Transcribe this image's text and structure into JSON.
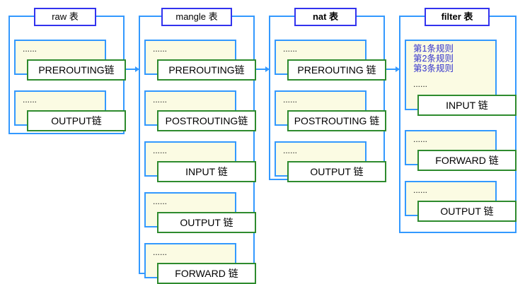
{
  "diagram": {
    "title": "iptables tables and chains",
    "colors": {
      "table_border": "#3399ff",
      "title_border": "#3333ee",
      "chain_border": "#2e8b2e",
      "chain_bg": "#fbfbe3",
      "rule_text": "#3333cc",
      "arrow": "#3399ff",
      "page_bg": "#ffffff"
    },
    "dots_placeholder": "......",
    "tables": [
      {
        "id": "raw",
        "title": "raw 表",
        "bold_title": false,
        "chains": [
          {
            "label": "PREROUTING链",
            "rules": [],
            "dots": "......"
          },
          {
            "label": "OUTPUT链",
            "rules": [],
            "dots": "......"
          }
        ]
      },
      {
        "id": "mangle",
        "title": "mangle 表",
        "bold_title": false,
        "chains": [
          {
            "label": "PREROUTING链",
            "rules": [],
            "dots": "......"
          },
          {
            "label": "POSTROUTING链",
            "rules": [],
            "dots": "......"
          },
          {
            "label": "INPUT 链",
            "rules": [],
            "dots": "......"
          },
          {
            "label": "OUTPUT 链",
            "rules": [],
            "dots": "......"
          },
          {
            "label": "FORWARD 链",
            "rules": [],
            "dots": "......"
          }
        ]
      },
      {
        "id": "nat",
        "title": "nat 表",
        "bold_title": true,
        "chains": [
          {
            "label": "PREROUTING 链",
            "rules": [],
            "dots": "......"
          },
          {
            "label": "POSTROUTING 链",
            "rules": [],
            "dots": "......"
          },
          {
            "label": "OUTPUT 链",
            "rules": [],
            "dots": "......"
          }
        ]
      },
      {
        "id": "filter",
        "title": "filter 表",
        "bold_title": true,
        "chains": [
          {
            "label": "INPUT 链",
            "rules": [
              "第1条规则",
              "第2条规则",
              "第3条规则"
            ],
            "dots": "......"
          },
          {
            "label": "FORWARD 链",
            "rules": [],
            "dots": "......"
          },
          {
            "label": "OUTPUT 链",
            "rules": [],
            "dots": "......"
          }
        ]
      }
    ],
    "arrows": [
      {
        "from": "raw",
        "to": "mangle"
      },
      {
        "from": "mangle",
        "to": "nat"
      },
      {
        "from": "nat",
        "to": "filter"
      }
    ]
  }
}
